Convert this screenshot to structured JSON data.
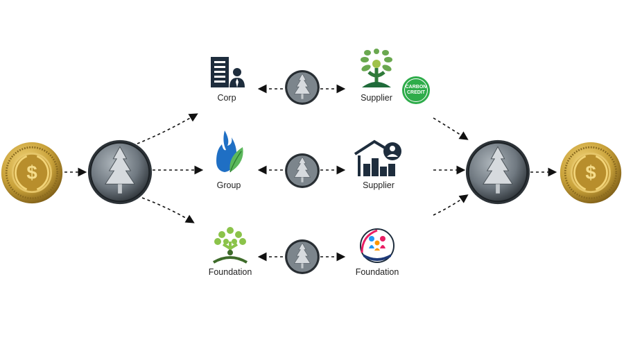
{
  "nodes": {
    "corp_label": "Corp",
    "group_label": "Group",
    "foundation_left_label": "Foundation",
    "supplier_top_label": "Supplier",
    "supplier_mid_label": "Supplier",
    "foundation_right_label": "Foundation"
  },
  "badge": {
    "line1": "CARBON",
    "line2": "CREDIT"
  },
  "icons": {
    "start_coin": "dollar-coin-icon",
    "token": "pine-tree-coin-icon",
    "end_coin": "dollar-coin-icon",
    "corp": "office-building-person-icon",
    "group": "flame-leaf-icon",
    "foundation_left": "tree-people-icon",
    "supplier_top": "plant-person-icon",
    "supplier_mid": "warehouse-person-icon",
    "foundation_right": "family-hands-icon"
  },
  "colors": {
    "gold": "#c9a23a",
    "gold_dark": "#8a6a1e",
    "token_gray": "#6f7880",
    "token_dark": "#2d3338",
    "navy": "#1e2d3d",
    "blue_flame": "#1f6fc4",
    "green": "#4caf50",
    "badge_green": "#2eac4a"
  }
}
